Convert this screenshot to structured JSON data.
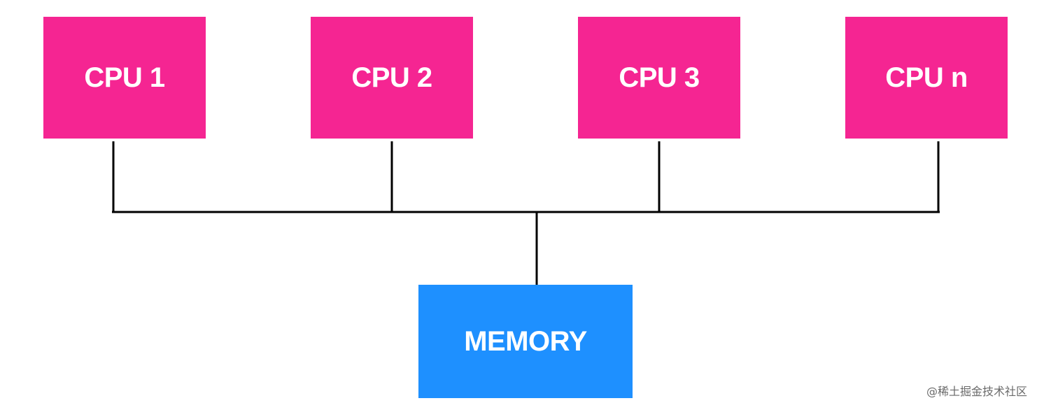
{
  "colors": {
    "cpu_fill": "#F52592",
    "memory_fill": "#1E90FF",
    "line": "#000000",
    "text": "#FFFFFF"
  },
  "cpus": [
    {
      "label": "CPU 1"
    },
    {
      "label": "CPU 2"
    },
    {
      "label": "CPU 3"
    },
    {
      "label": "CPU n"
    }
  ],
  "memory": {
    "label": "MEMORY"
  },
  "watermark": "@稀土掘金技术社区"
}
